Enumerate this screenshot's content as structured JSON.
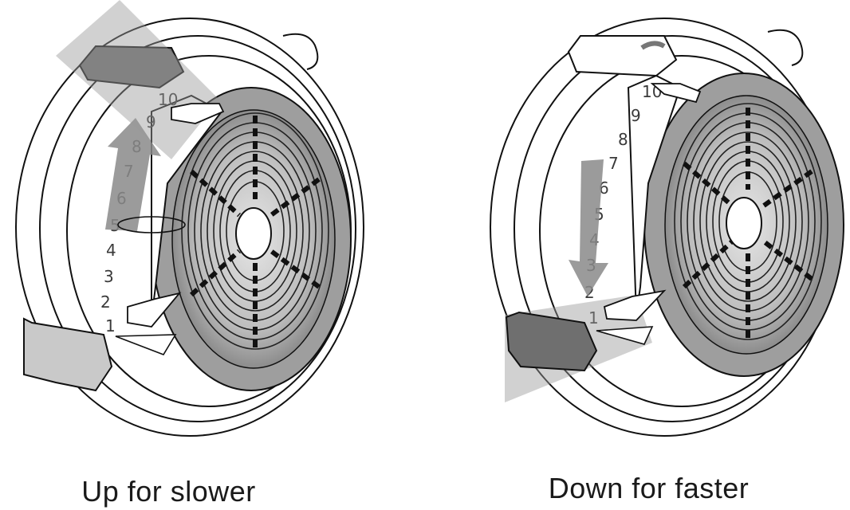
{
  "panels": [
    {
      "caption": "Up for slower",
      "direction": "up",
      "scale": [
        "1",
        "2",
        "3",
        "4",
        "5",
        "6",
        "7",
        "8",
        "9",
        "10"
      ]
    },
    {
      "caption": "Down for faster",
      "direction": "down",
      "scale": [
        "1",
        "2",
        "3",
        "4",
        "5",
        "6",
        "7",
        "8",
        "9",
        "10"
      ]
    }
  ]
}
